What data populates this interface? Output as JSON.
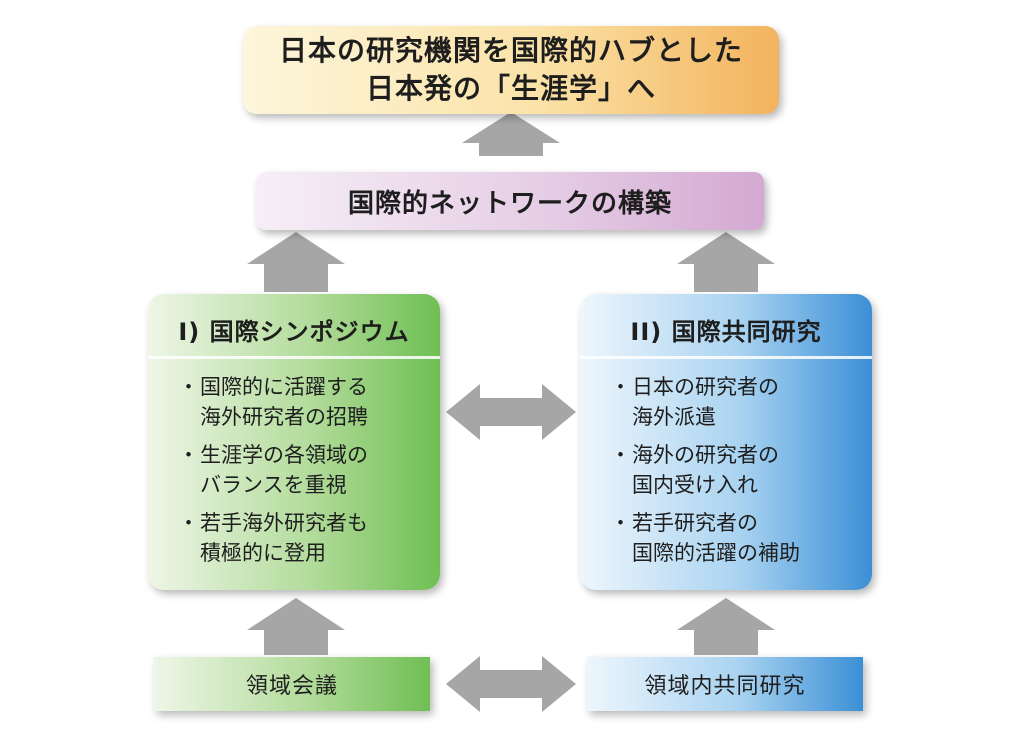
{
  "goal": {
    "line1": "日本の研究機関を国際的ハブとした",
    "line2": "日本発の「生涯学」へ"
  },
  "network": {
    "label": "国際的ネットワークの構築"
  },
  "panels": {
    "symposium": {
      "title": "I) 国際シンポジウム",
      "bullet": "・",
      "items": [
        {
          "lines": [
            "国際的に活躍する",
            "海外研究者の招聘"
          ]
        },
        {
          "lines": [
            "生涯学の各領域の",
            "バランスを重視"
          ]
        },
        {
          "lines": [
            "若手海外研究者も",
            "積極的に登用"
          ]
        }
      ]
    },
    "joint_research": {
      "title": "II) 国際共同研究",
      "bullet": "・",
      "items": [
        {
          "lines": [
            "日本の研究者の",
            "海外派遣"
          ]
        },
        {
          "lines": [
            "海外の研究者の",
            "国内受け入れ"
          ]
        },
        {
          "lines": [
            "若手研究者の",
            "国際的活躍の補助"
          ]
        }
      ]
    }
  },
  "bottom": {
    "area_meeting": "領域会議",
    "area_joint": "領域内共同研究"
  },
  "colors": {
    "arrow": "#a6a6a6",
    "goal_accent": "#f3b35d",
    "network_accent": "#d4a9d2",
    "green_accent": "#6fbf53",
    "blue_accent": "#3b8fd6"
  }
}
